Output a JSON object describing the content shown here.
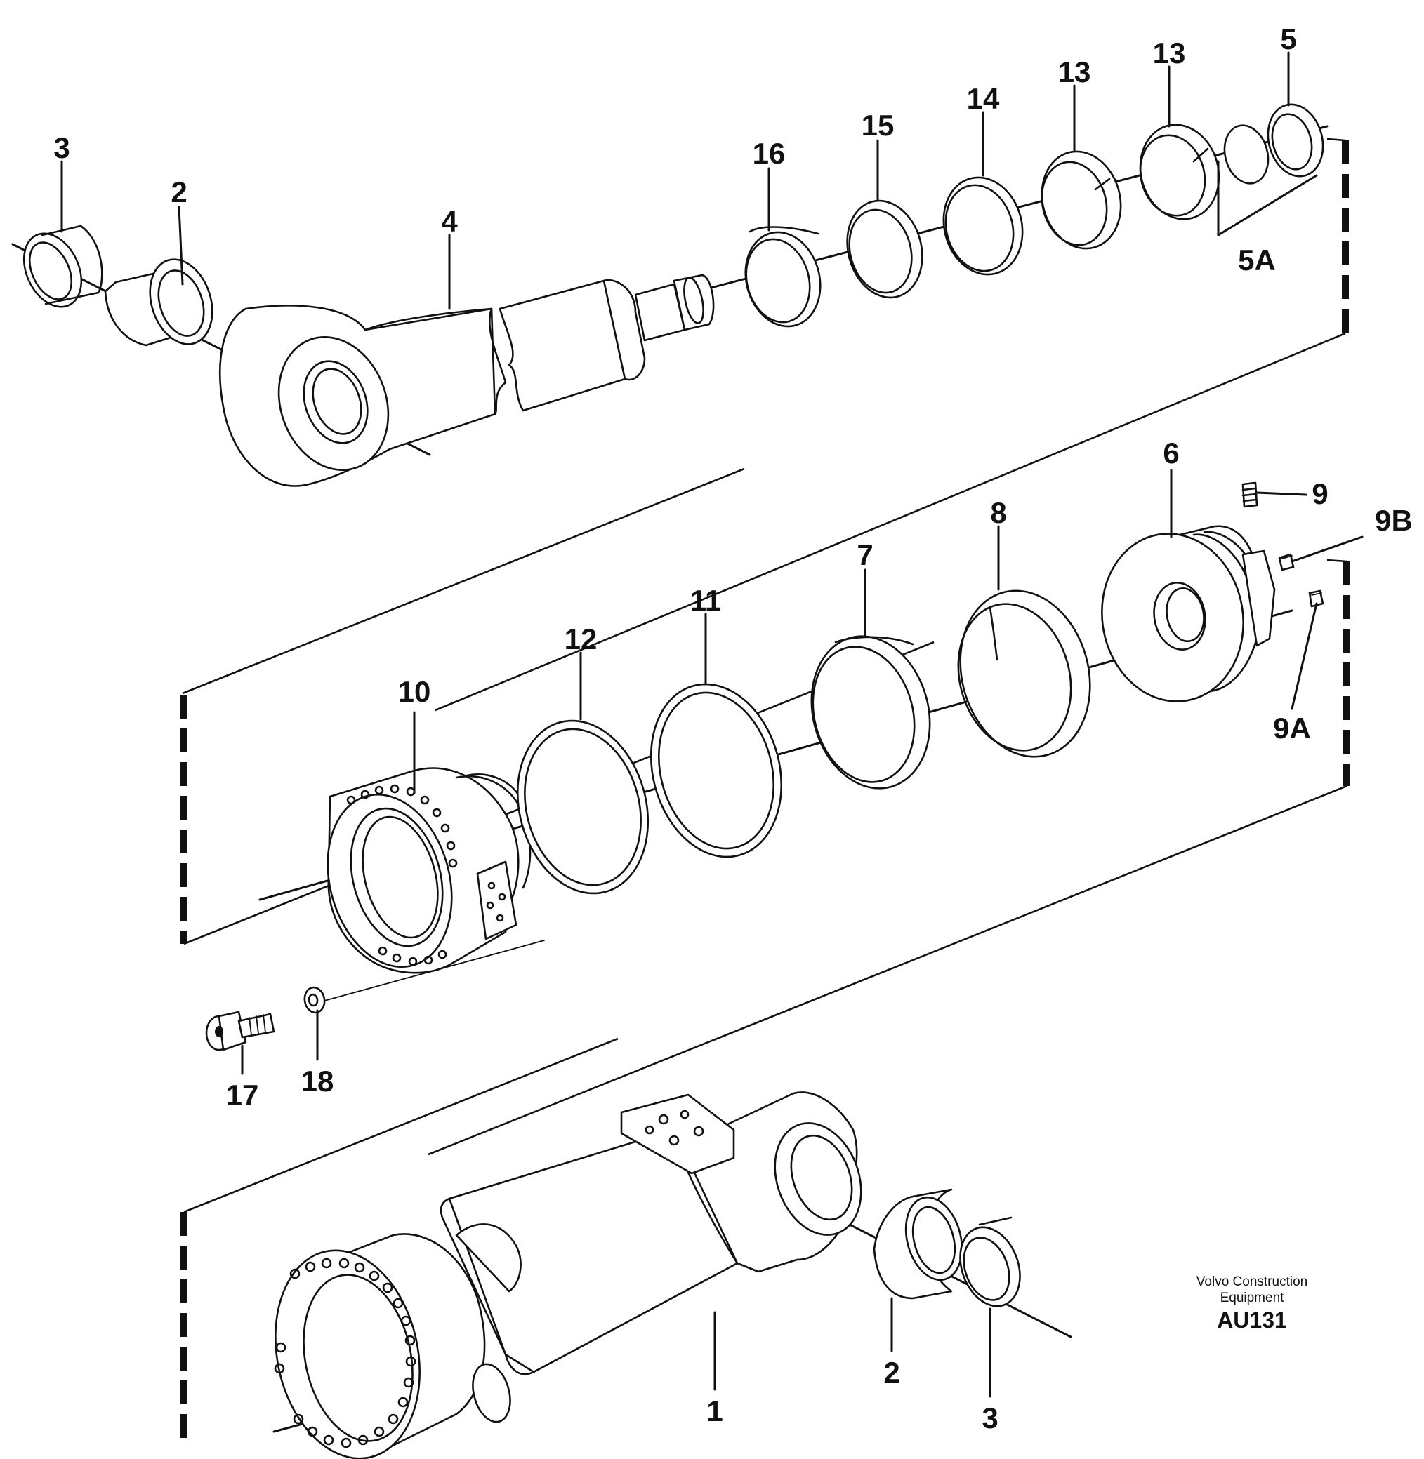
{
  "callouts": {
    "top_3": "3",
    "top_2": "2",
    "top_4": "4",
    "top_16": "16",
    "top_15": "15",
    "top_14": "14",
    "top_13a": "13",
    "top_13b": "13",
    "top_5": "5",
    "top_5a": "5A",
    "mid_6": "6",
    "mid_9": "9",
    "mid_9b": "9B",
    "mid_9a": "9A",
    "mid_8": "8",
    "mid_7": "7",
    "mid_11": "11",
    "mid_12": "12",
    "mid_10": "10",
    "bolt_17": "17",
    "washer_18": "18",
    "bot_1": "1",
    "bot_2": "2",
    "bot_3": "3"
  },
  "brand": {
    "line1": "Volvo Construction",
    "line2": "Equipment",
    "code": "AU131"
  }
}
